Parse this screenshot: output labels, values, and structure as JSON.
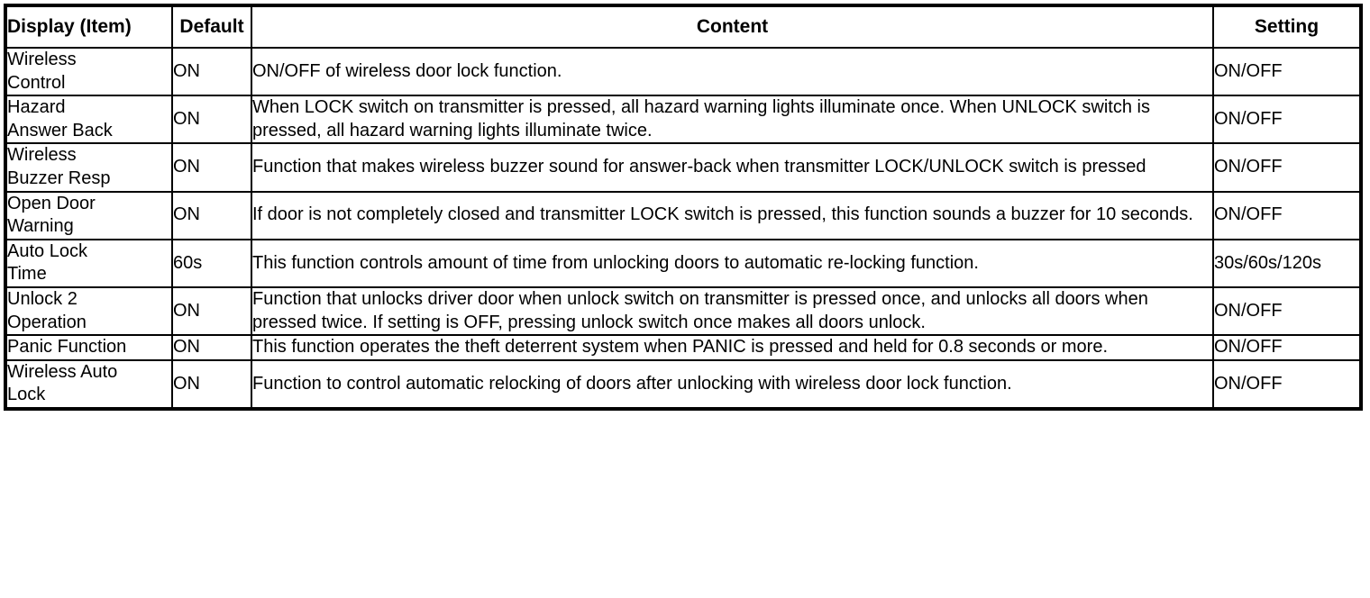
{
  "table": {
    "columns": [
      {
        "key": "item",
        "label": "Display (Item)"
      },
      {
        "key": "default",
        "label": "Default"
      },
      {
        "key": "content",
        "label": "Content"
      },
      {
        "key": "setting",
        "label": "Setting"
      }
    ],
    "rows": [
      {
        "item": "Wireless Control",
        "item_line1": "Wireless",
        "item_line2": "Control",
        "default": "ON",
        "content": "ON/OFF of wireless door lock function.",
        "setting": "ON/OFF"
      },
      {
        "item": "Hazard Answer Back",
        "item_line1": "Hazard",
        "item_line2": "Answer Back",
        "default": "ON",
        "content": "When LOCK switch on transmitter is pressed, all hazard warning lights illuminate once. When UNLOCK switch is pressed, all hazard warning lights illuminate twice.",
        "setting": "ON/OFF"
      },
      {
        "item": "Wireless Buzzer Resp",
        "item_line1": "Wireless",
        "item_line2": "Buzzer Resp",
        "default": "ON",
        "content": "Function that makes wireless buzzer sound for answer-back when transmitter LOCK/UNLOCK switch is pressed",
        "setting": "ON/OFF"
      },
      {
        "item": "Open Door Warning",
        "item_line1": "Open Door",
        "item_line2": "Warning",
        "default": "ON",
        "content": "If door is not completely closed and transmitter LOCK switch is pressed, this function sounds a buzzer for 10 seconds.",
        "setting": "ON/OFF"
      },
      {
        "item": "Auto Lock Time",
        "item_line1": "Auto Lock",
        "item_line2": "Time",
        "default": "60s",
        "content": "This function controls amount of time from unlocking doors to automatic re-locking function.",
        "setting": "30s/60s/120s"
      },
      {
        "item": "Unlock 2 Operation",
        "item_line1": "Unlock 2",
        "item_line2": "Operation",
        "default": "ON",
        "content": "Function that unlocks driver door when unlock switch on transmitter is pressed once, and unlocks all doors when pressed twice. If setting is OFF, pressing unlock switch once makes all doors unlock.",
        "setting": "ON/OFF"
      },
      {
        "item": "Panic Function",
        "item_line1": "Panic Function",
        "item_line2": "",
        "default": "ON",
        "content": "This function operates the theft deterrent system when PANIC is pressed and held for 0.8 seconds or more.",
        "setting": "ON/OFF"
      },
      {
        "item": "Wireless Auto Lock",
        "item_line1": "Wireless Auto",
        "item_line2": "Lock",
        "default": "ON",
        "content": "Function to control automatic relocking of doors after unlocking with wireless door lock function.",
        "setting": "ON/OFF"
      }
    ]
  }
}
